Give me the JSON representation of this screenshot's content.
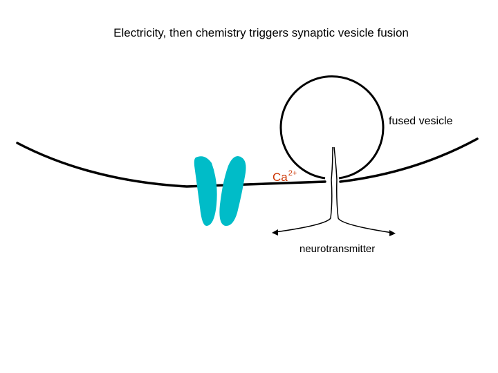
{
  "title": "Electricity, then chemistry triggers synaptic vesicle fusion",
  "labels": {
    "fused_vesicle": "fused vesicle",
    "calcium": "Ca",
    "calcium_charge": "2+",
    "neurotransmitter": "neurotransmitter"
  },
  "colors": {
    "membrane": "#000000",
    "channel": "#00bcc8",
    "calcium": "#cc3300"
  }
}
